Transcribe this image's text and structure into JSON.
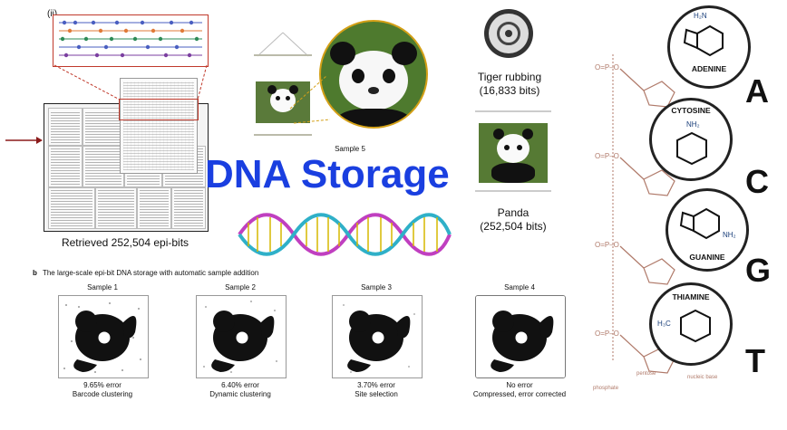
{
  "panel_a": {
    "label": "(ii)",
    "retrieved_caption": "Retrieved 252,504 epi-bits"
  },
  "title": {
    "text": "DNA Storage",
    "color": "#1a3fe0"
  },
  "center": {
    "sample_label": "Sample 5"
  },
  "right_images": {
    "tiger_caption_line1": "Tiger rubbing",
    "tiger_caption_line2": "(16,833 bits)",
    "panda_caption_line1": "Panda",
    "panda_caption_line2": "(252,504 bits)"
  },
  "panel_b": {
    "label": "b",
    "heading": "The large-scale epi-bit DNA storage with automatic sample addition",
    "samples": [
      {
        "title": "Sample 1",
        "error": "9.65% error",
        "method": "Barcode clustering"
      },
      {
        "title": "Sample 2",
        "error": "6.40% error",
        "method": "Dynamic clustering"
      },
      {
        "title": "Sample 3",
        "error": "3.70% error",
        "method": "Site selection"
      },
      {
        "title": "Sample 4",
        "error": "No error",
        "method": "Compressed, error corrected"
      }
    ]
  },
  "dna_bases": {
    "bases": [
      {
        "name": "ADENINE",
        "letter": "A",
        "group": "H₂N"
      },
      {
        "name": "CYTOSINE",
        "letter": "C",
        "group": "NH₂"
      },
      {
        "name": "GUANINE",
        "letter": "G",
        "group": "NH₂"
      },
      {
        "name": "THIAMINE",
        "letter": "T",
        "group": "H₃C"
      }
    ],
    "phosphate_label": "phosphate",
    "pentose_label": "pentose",
    "base_label": "nucleic base"
  },
  "colors": {
    "accent_red": "#c0392b",
    "title_blue": "#1a3fe0",
    "backbone": "#b07a6a"
  }
}
